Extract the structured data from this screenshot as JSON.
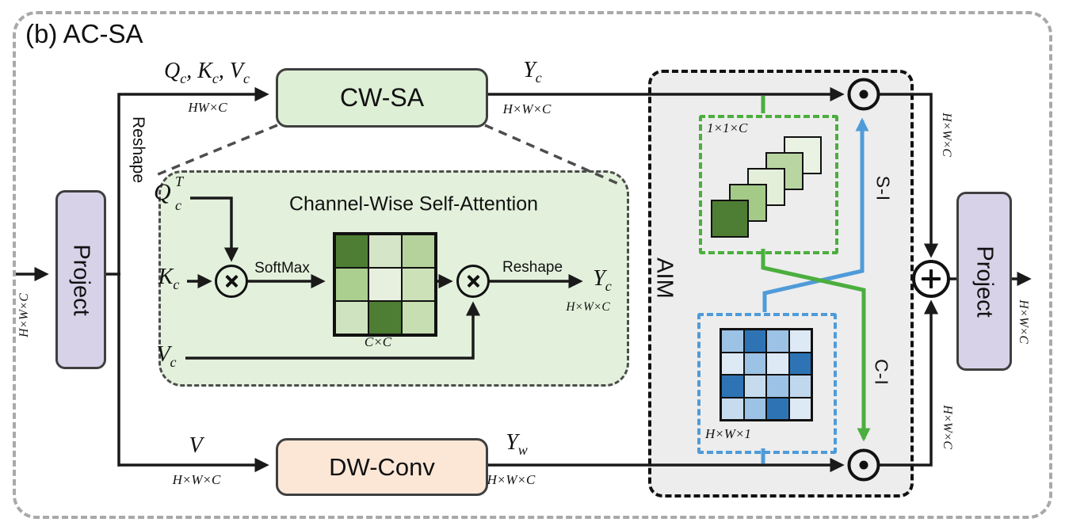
{
  "figure": {
    "title": "(b) AC-SA"
  },
  "blocks": {
    "project_left": "Project",
    "cwsa": "CW-SA",
    "dwconv": "DW-Conv",
    "project_right": "Project",
    "aim": "AIM",
    "expanded_title": "Channel-Wise Self-Attention"
  },
  "edges": {
    "reshape": "Reshape",
    "softmax": "SoftMax",
    "reshape_inner": "Reshape",
    "spatial_interaction": "S-I",
    "channel_interaction": "C-I"
  },
  "math": {
    "Q": "Q",
    "K": "K",
    "V": "V",
    "Y": "Y",
    "sub_c": "c",
    "sub_w": "w",
    "sup_T": "T",
    "comma": ", "
  },
  "dims": {
    "hw_c": "HW×C",
    "hwc": "H×W×C",
    "cc": "C×C",
    "c11": "1×1×C",
    "hw1": "H×W×1"
  },
  "colors": {
    "line": "#1a1a1a",
    "dashed_connector": "#4d4d4d",
    "green": "#4bae3e",
    "blue": "#4f9bd9",
    "cwsa_fill": "#ddefd5",
    "expanded_fill": "#e3f1dc",
    "dwconv_fill": "#fce7d7",
    "project_fill": "#d8d2e8",
    "aim_fill": "#ededed"
  },
  "grids": {
    "attention_cc": [
      "#4e7e33",
      "#d5e5c7",
      "#b5d29c",
      "#abcf8e",
      "#e7f0de",
      "#cce1b8",
      "#d0e3c1",
      "#4e7e33",
      "#c6deb2"
    ],
    "spatial_hw1": [
      "#9cc2e5",
      "#2e74b5",
      "#9cc2e5",
      "#dde9f5",
      "#dde9f5",
      "#9cc2e5",
      "#dde9f5",
      "#2e74b5",
      "#2e74b5",
      "#c6dbee",
      "#9cc2e5",
      "#c0d8ed",
      "#c6dbee",
      "#9cc2e5",
      "#2e74b5",
      "#dde9f5"
    ],
    "channel_11c": [
      "#4e7e33",
      "#a3ca87",
      "#e4efda",
      "#b9d6a2",
      "#eaf2e4"
    ]
  }
}
